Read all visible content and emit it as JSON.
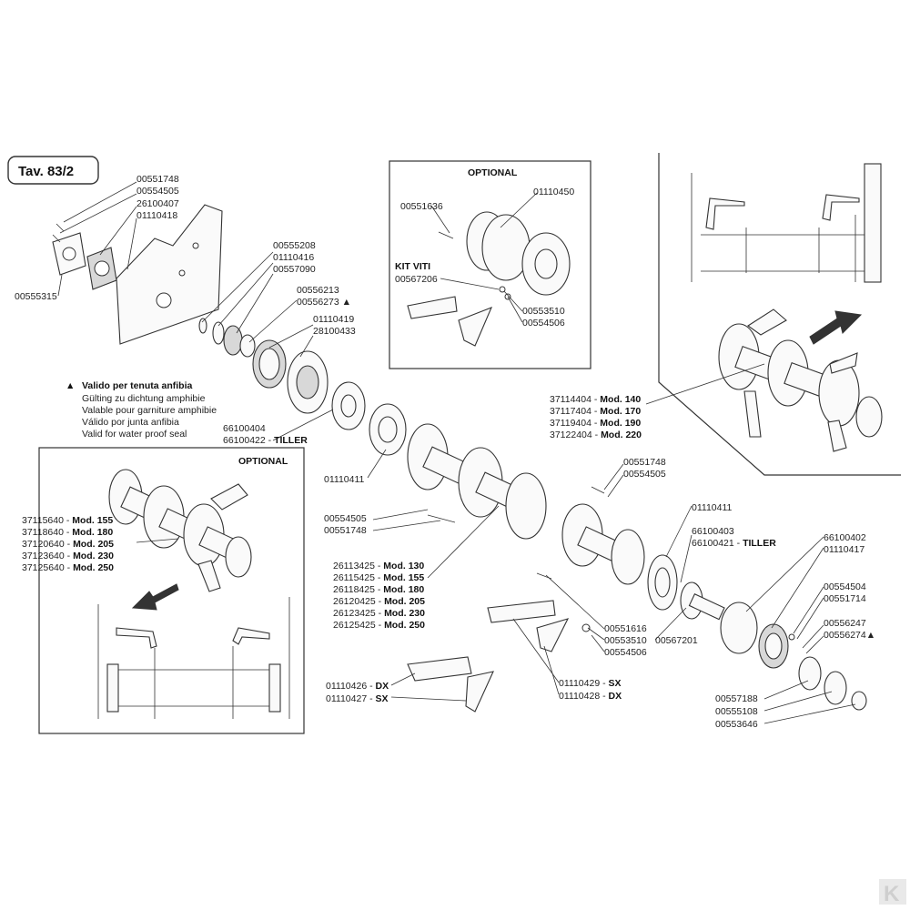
{
  "table_title": "Tav. 83/2",
  "legend": {
    "title": "Valido per tenuta anfibia",
    "lines": [
      "Gülting zu dichtung amphibie",
      "Valable pour garniture amphibie",
      "Válido por junta anfibia",
      "Valid for water proof seal"
    ]
  },
  "optional_label": "OPTIONAL",
  "kit_viti": "KIT VITI",
  "labels": {
    "l00551748a": "00551748",
    "l00554505a": "00554505",
    "l26100407": "26100407",
    "l01110418": "01110418",
    "l00555315": "00555315",
    "l00555208": "00555208",
    "l01110416": "01110416",
    "l00557090": "00557090",
    "l00556213": "00556213",
    "l00556273": "00556273 ▲",
    "l01110419": "01110419",
    "l28100433": "28100433",
    "l66100404": "66100404",
    "l66100422": "66100422",
    "l01110411a": "01110411",
    "l00551636": "00551636",
    "l01110450": "01110450",
    "l00567206": "00567206",
    "l00553510a": "00553510",
    "l00554506a": "00554506",
    "l00551748b": "00551748",
    "l00554505b": "00554505",
    "l00554505c": "00554505",
    "l00551748c": "00551748",
    "l01110411b": "01110411",
    "l66100403": "66100403",
    "l66100421": "66100421",
    "l66100402": "66100402",
    "l01110417": "01110417",
    "l00554504": "00554504",
    "l00551714": "00551714",
    "l00556247": "00556247",
    "l00556274": "00556274▲",
    "l00551616": "00551616",
    "l00553510b": "00553510",
    "l00554506b": "00554506",
    "l00567201": "00567201",
    "l00557188": "00557188",
    "l00555108": "00555108",
    "l00553646": "00553646",
    "l01110426": "01110426",
    "l01110427": "01110427",
    "l01110429": "01110429",
    "l01110428": "01110428"
  },
  "suffix_tiller": "TILLER",
  "suffix_dx": "DX",
  "suffix_sx": "SX",
  "rotor_top_right": [
    {
      "code": "37114404",
      "mod": "Mod. 140"
    },
    {
      "code": "37117404",
      "mod": "Mod. 170"
    },
    {
      "code": "37119404",
      "mod": "Mod. 190"
    },
    {
      "code": "37122404",
      "mod": "Mod. 220"
    }
  ],
  "rotor_left": [
    {
      "code": "37115640",
      "mod": "Mod. 155"
    },
    {
      "code": "37118640",
      "mod": "Mod. 180"
    },
    {
      "code": "37120640",
      "mod": "Mod. 205"
    },
    {
      "code": "37123640",
      "mod": "Mod. 230"
    },
    {
      "code": "37125640",
      "mod": "Mod. 250"
    }
  ],
  "rotor_center": [
    {
      "code": "26113425",
      "mod": "Mod. 130"
    },
    {
      "code": "26115425",
      "mod": "Mod. 155"
    },
    {
      "code": "26118425",
      "mod": "Mod. 180"
    },
    {
      "code": "26120425",
      "mod": "Mod. 205"
    },
    {
      "code": "26123425",
      "mod": "Mod. 230"
    },
    {
      "code": "26125425",
      "mod": "Mod. 250"
    }
  ],
  "logo_text": "K"
}
